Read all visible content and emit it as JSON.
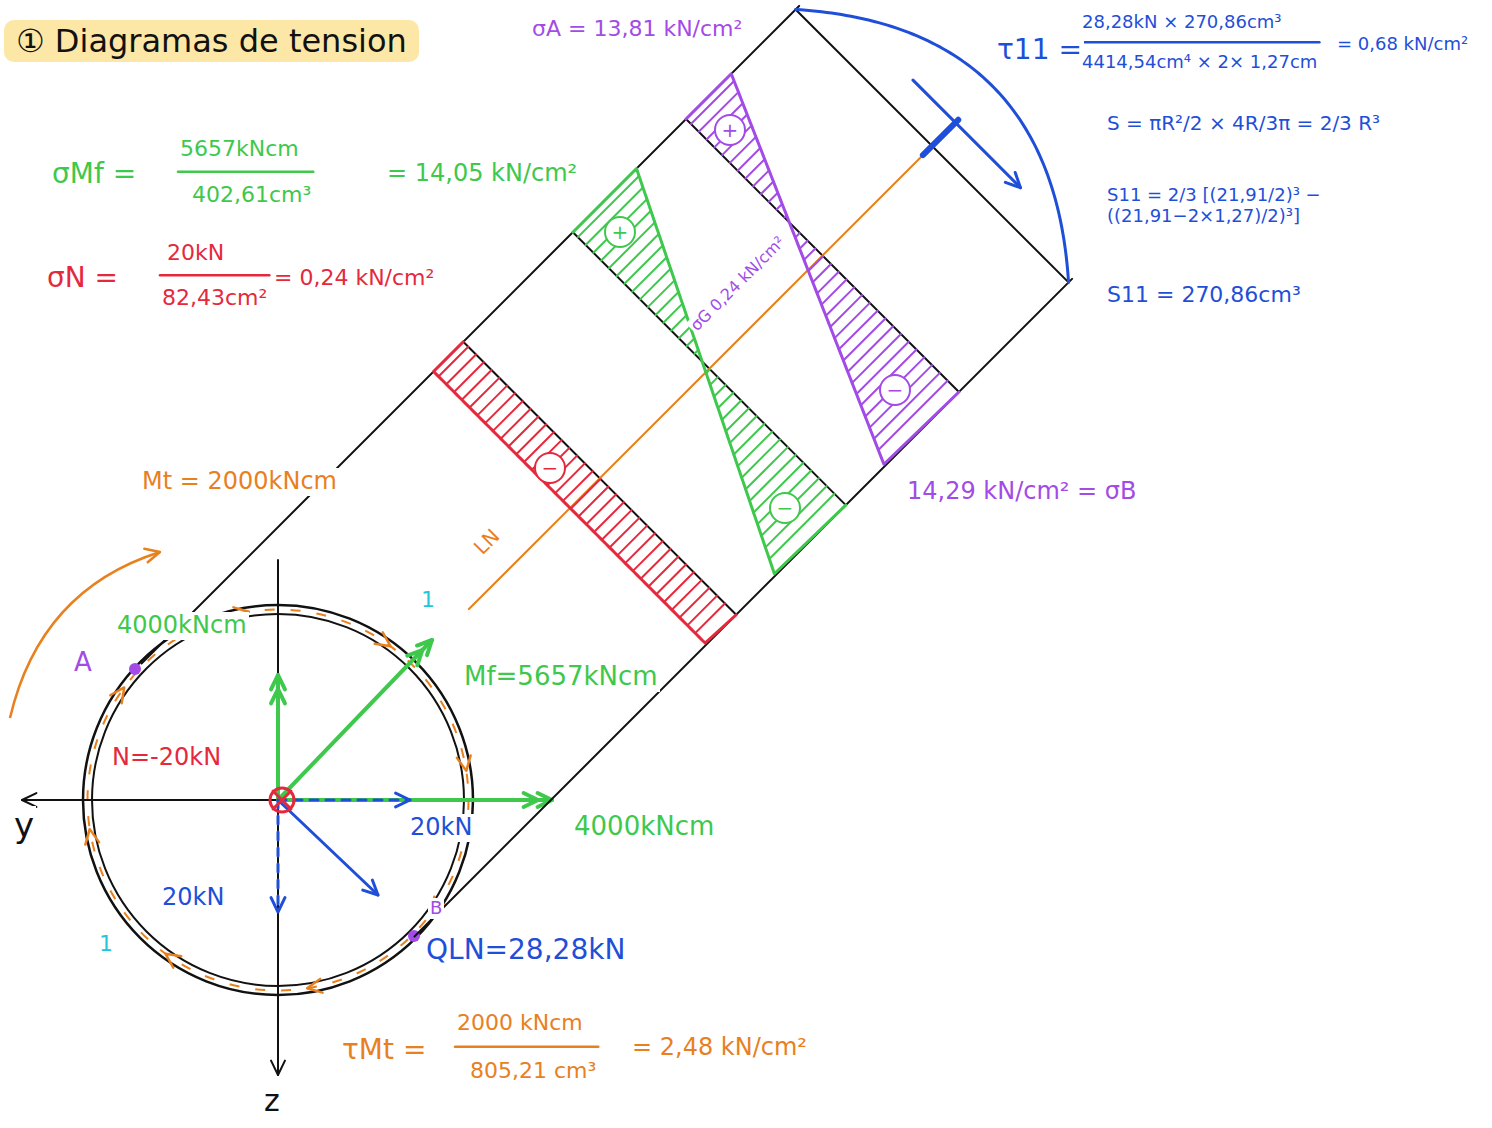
{
  "diagram": {
    "title": "① Diagramas de tension",
    "labels": [
      "σA = 13,81 kN/cm²",
      "τ11 =",
      "28,28kN × 270,86cm³",
      "4414,54cm⁴ × 2× 1,27cm",
      "= 0,68 kN/cm²",
      "S = πR²/2 × 4R/3π = 2/3 R³",
      "S11 = 2/3 [(21,91/2)³ − ((21,91−2×1,27)/2)³]",
      "S11 = 270,86cm³",
      "σMf =",
      "5657kNcm",
      "402,61cm³",
      "= 14,05 kN/cm²",
      "σN =",
      "20kN",
      "82,43cm²",
      "= 0,24 kN/cm²",
      "+",
      "+",
      "σG 0,24 kN/cm²",
      "−",
      "−",
      "−",
      "14,29 kN/cm² = σB",
      "Mt = 2000kNcm",
      "LN",
      "1",
      "4000kNcm",
      "A",
      "Mf=5657kNcm",
      "N=-20kN",
      "y",
      "20kN",
      "4000kNcm",
      "20kN",
      "1",
      "B",
      "QLN=28,28kN",
      "τMt =",
      "2000 kNcm",
      "805,21 cm³",
      "= 2,48 kN/cm²",
      "z"
    ]
  }
}
